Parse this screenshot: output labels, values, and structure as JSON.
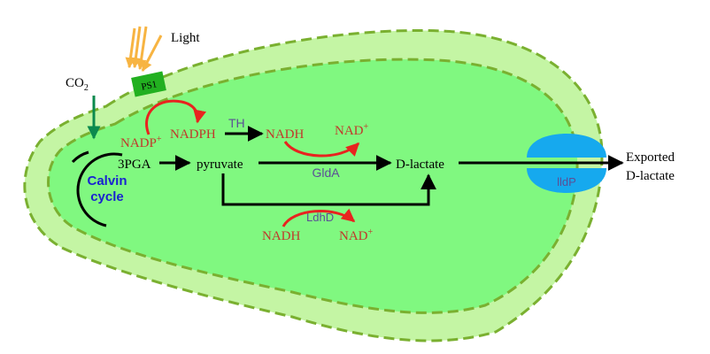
{
  "labels": {
    "light": "Light",
    "co2": "CO",
    "co2_sub": "2",
    "ps1": "PS1",
    "nadp": "NADP",
    "nadp_sup": "+",
    "nadph": "NADPH",
    "th": "TH",
    "nadh_top": "NADH",
    "nad_top": "NAD",
    "nad_top_sup": "+",
    "calvin_line1": "Calvin",
    "calvin_line2": "cycle",
    "pga": "3PGA",
    "pyruvate": "pyruvate",
    "glda": "GldA",
    "dlactate": "D-lactate",
    "ldhd": "LdhD",
    "nadh_bottom": "NADH",
    "nad_bottom": "NAD",
    "nad_bottom_sup": "+",
    "lldp": "lldP",
    "exported_line1": "Exported",
    "exported_line2": "D-lactate"
  },
  "colors": {
    "outer_membrane": "#c4f5a4",
    "cytoplasm": "#80f880",
    "dashed_border": "#7ab030",
    "light_arrows": "#f7b442",
    "ps1_box": "#22b020",
    "co2_arrow": "#0b8a4e",
    "red_text": "#c0392b",
    "red_arrow": "#e8231f",
    "enzyme_text": "#5b4f96",
    "calvin_text": "#1a23d0",
    "transporter": "#16a9ee"
  }
}
